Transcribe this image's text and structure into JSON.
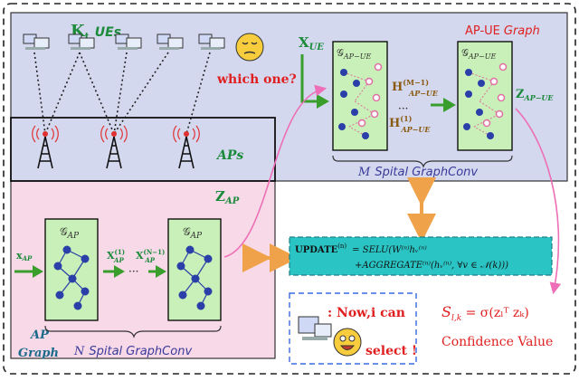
{
  "ue_label": {
    "symbol": "K",
    "sub": "t",
    "text": "UEs"
  },
  "which_one": "which one?",
  "aps_label": "APs",
  "x_ue": {
    "main": "X",
    "sub": "UE"
  },
  "ap_ue_graph": {
    "title": "AP-UE",
    "suffix": "Graph"
  },
  "g_ap_ue": {
    "main": "𝒢",
    "sub": "AP−UE"
  },
  "h_m1": {
    "main": "H",
    "sup": "(M−1)",
    "sub": "AP−UE"
  },
  "h_1": {
    "main": "H",
    "sup": "(1)",
    "sub": "AP−UE"
  },
  "z_ap_ue": {
    "main": "Z",
    "sub": "AP−UE"
  },
  "m_conv": {
    "symbol": "M",
    "text": "Spital GraphConv"
  },
  "z_ap": {
    "main": "Z",
    "sub": "AP"
  },
  "g_ap": {
    "main": "𝒢",
    "sub": "AP"
  },
  "x_ap": {
    "main": "x",
    "sub": "AP"
  },
  "x_ap_1": {
    "main": "X",
    "sup": "(1)",
    "sub": "AP"
  },
  "x_ap_n": {
    "main": "X",
    "sup": "(N−1)",
    "sub": "AP"
  },
  "dots": "···",
  "update": {
    "keyword": "UPDATE",
    "sup": "(n)",
    "line1": "= SELU(W⁽ⁿ⁾hᵥ⁽ⁿ⁾",
    "line2": "+AGGREGATE⁽ⁿ⁾(hᵥ⁽ⁿ⁾, ∀v ∈ 𝒩(k)))"
  },
  "ap_graph": {
    "line1": "AP",
    "line2": "Graph"
  },
  "n_conv": {
    "symbol": "N",
    "text": "Spital GraphConv"
  },
  "now_can": {
    "line1": ":  Now,i can",
    "line2": "select !"
  },
  "score": "S",
  "score_sub": "l,k",
  "score_eq": " = σ(zₗᵀ zₖ)",
  "confidence": "Confidence Value"
}
